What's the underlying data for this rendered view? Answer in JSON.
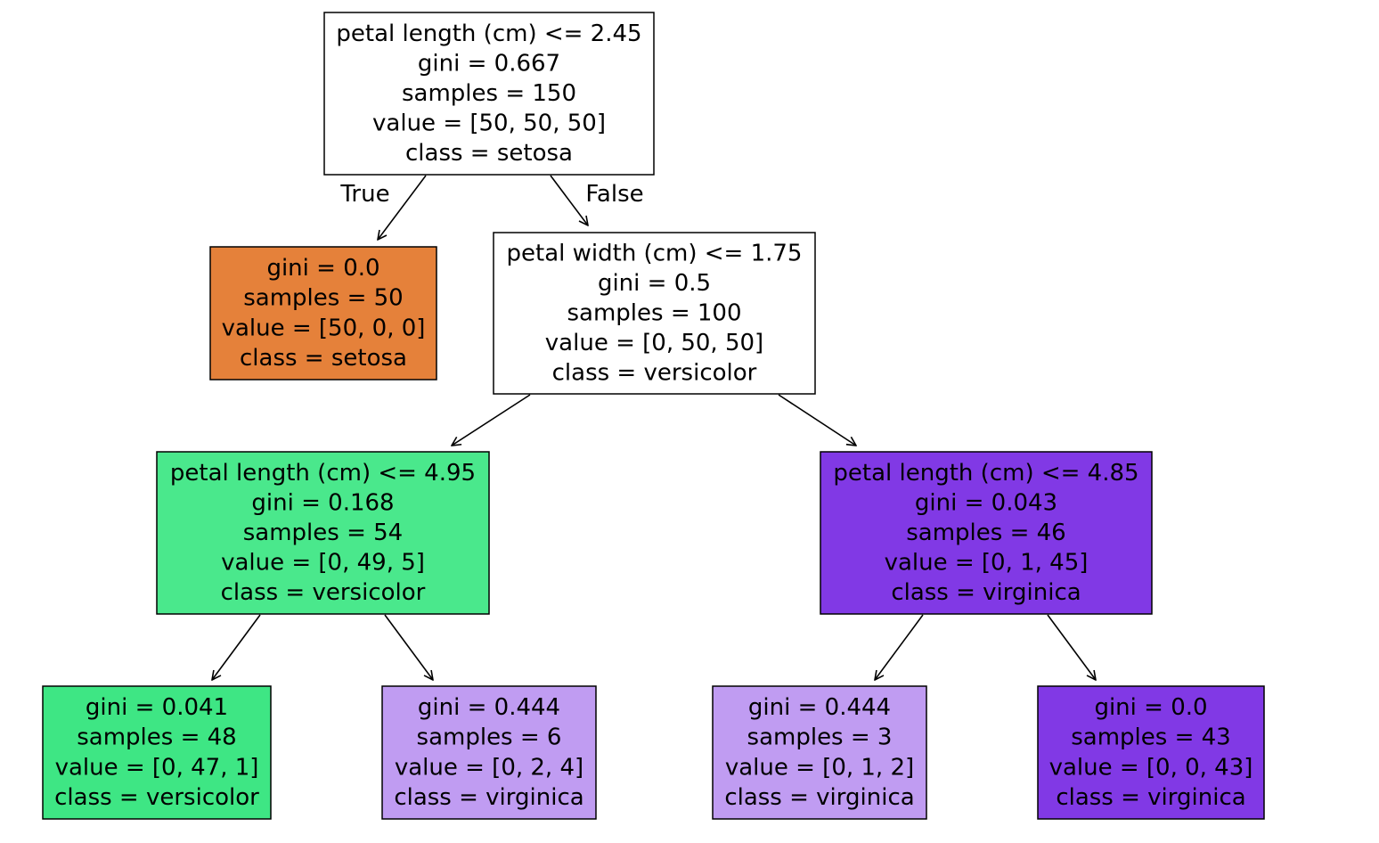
{
  "edge_labels": {
    "true_label": "True",
    "false_label": "False"
  },
  "nodes": [
    {
      "id": "root",
      "fill": "#ffffff",
      "lines": [
        "petal length (cm) <= 2.45",
        "gini = 0.667",
        "samples = 150",
        "value = [50, 50, 50]",
        "class = setosa"
      ]
    },
    {
      "id": "setosa-leaf",
      "fill": "#e5813a",
      "lines": [
        "gini = 0.0",
        "samples = 50",
        "value = [50, 0, 0]",
        "class = setosa"
      ]
    },
    {
      "id": "petal-width-split",
      "fill": "#ffffff",
      "lines": [
        "petal width (cm) <= 1.75",
        "gini = 0.5",
        "samples = 100",
        "value = [0, 50, 50]",
        "class = versicolor"
      ]
    },
    {
      "id": "left-petal-length-split",
      "fill": "#4ae88c",
      "lines": [
        "petal length (cm) <= 4.95",
        "gini = 0.168",
        "samples = 54",
        "value = [0, 49, 5]",
        "class = versicolor"
      ]
    },
    {
      "id": "right-petal-length-split",
      "fill": "#8139e5",
      "lines": [
        "petal length (cm) <= 4.85",
        "gini = 0.043",
        "samples = 46",
        "value = [0, 1, 45]",
        "class = virginica"
      ]
    },
    {
      "id": "versicolor-leaf",
      "fill": "#3ee684",
      "lines": [
        "gini = 0.041",
        "samples = 48",
        "value = [0, 47, 1]",
        "class = versicolor"
      ]
    },
    {
      "id": "virginica-leaf-6",
      "fill": "#c09cf2",
      "lines": [
        "gini = 0.444",
        "samples = 6",
        "value = [0, 2, 4]",
        "class = virginica"
      ]
    },
    {
      "id": "virginica-leaf-3",
      "fill": "#c09cf2",
      "lines": [
        "gini = 0.444",
        "samples = 3",
        "value = [0, 1, 2]",
        "class = virginica"
      ]
    },
    {
      "id": "virginica-leaf-43",
      "fill": "#8139e5",
      "lines": [
        "gini = 0.0",
        "samples = 43",
        "value = [0, 0, 43]",
        "class = virginica"
      ]
    }
  ],
  "edges": [
    {
      "from": "root",
      "to": "setosa-leaf"
    },
    {
      "from": "root",
      "to": "petal-width-split"
    },
    {
      "from": "petal-width-split",
      "to": "left-petal-length-split"
    },
    {
      "from": "petal-width-split",
      "to": "right-petal-length-split"
    },
    {
      "from": "left-petal-length-split",
      "to": "versicolor-leaf"
    },
    {
      "from": "left-petal-length-split",
      "to": "virginica-leaf-6"
    },
    {
      "from": "right-petal-length-split",
      "to": "virginica-leaf-3"
    },
    {
      "from": "right-petal-length-split",
      "to": "virginica-leaf-43"
    }
  ]
}
